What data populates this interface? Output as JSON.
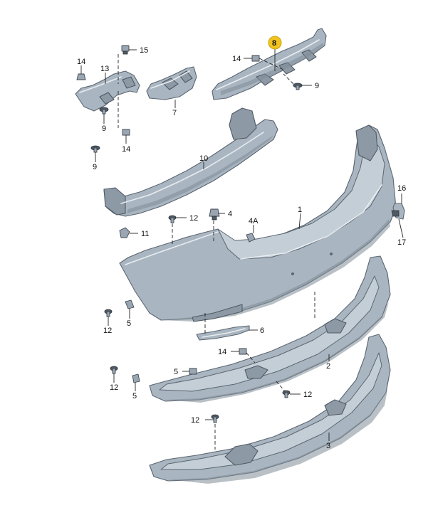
{
  "diagram": {
    "highlight_color": "#f1c31e",
    "part_color": "#a9b6c1",
    "labels": {
      "p1": "1",
      "p2": "2",
      "p3": "3",
      "p4": "4",
      "p4a": "4A",
      "p5a": "5",
      "p5b": "5",
      "p5c": "5",
      "p6": "6",
      "p7": "7",
      "p8": "8",
      "p9a": "9",
      "p9b": "9",
      "p9c": "9",
      "p10": "10",
      "p11": "11",
      "p12a": "12",
      "p12b": "12",
      "p12c": "12",
      "p12d": "12",
      "p12e": "12",
      "p13": "13",
      "p14a": "14",
      "p14b": "14",
      "p14c": "14",
      "p14d": "14",
      "p15": "15",
      "p16": "16",
      "p17": "17"
    }
  }
}
